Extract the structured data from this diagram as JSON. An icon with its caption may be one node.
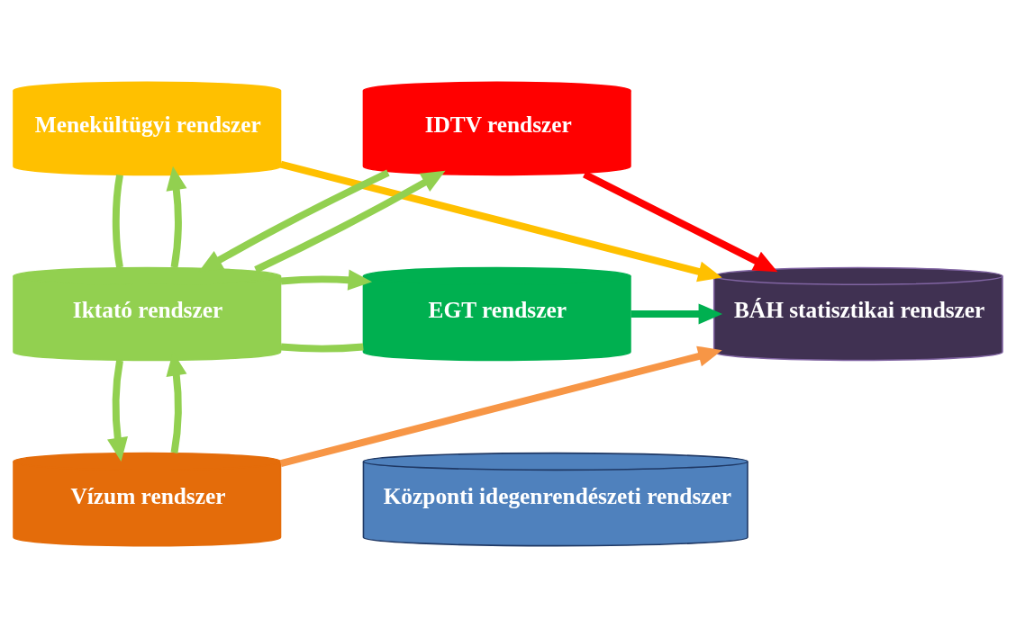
{
  "diagram": {
    "nodes": [
      {
        "text": [
          "Menekültügyi rendszer"
        ]
      },
      {
        "text": [
          "IDTV rendszer"
        ]
      },
      {
        "text": [
          "BÁH statisztikai rendszer"
        ]
      },
      {
        "text": [
          "Iktató rendszer"
        ]
      },
      {
        "text": [
          "EGT rendszer"
        ]
      },
      {
        "text": [
          "Vízum rendszer"
        ]
      },
      {
        "text": [
          "Központi idegenrendészeti rendszer"
        ]
      }
    ],
    "edges": [
      {
        "from": 1,
        "to": 2,
        "arrow": "to",
        "color": "#ff0000"
      },
      {
        "from": 0,
        "to": 2,
        "arrow": "to",
        "color": "#ffc000"
      },
      {
        "from": 0,
        "to": 3,
        "arrow": "none"
      },
      {
        "from": 3,
        "to": 0,
        "arrow": "to"
      },
      {
        "from": 1,
        "to": 3,
        "arrow": "to"
      },
      {
        "from": 3,
        "to": 1,
        "arrow": "to"
      },
      {
        "from": 3,
        "to": 4,
        "arrow": "none"
      },
      {
        "from": 3,
        "to": 4,
        "arrow": "to"
      },
      {
        "from": 5,
        "to": 3,
        "arrow": "to"
      },
      {
        "from": 3,
        "to": 5,
        "arrow": "to"
      },
      {
        "from": 5,
        "to": 2,
        "arrow": "to",
        "color": "#f79646"
      },
      {
        "from": 4,
        "to": 2,
        "arrow": "to",
        "color": "#00b050"
      }
    ]
  }
}
